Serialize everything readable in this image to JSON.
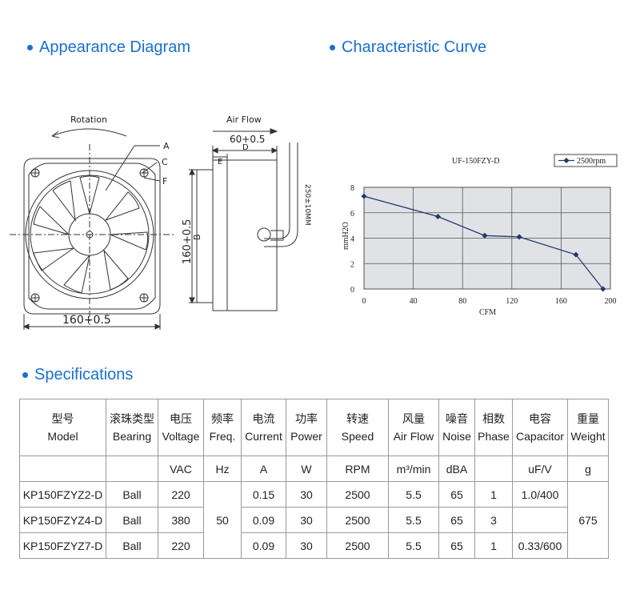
{
  "sections": {
    "appearance": "Appearance Diagram",
    "curve": "Characteristic Curve",
    "specs": "Specifications"
  },
  "diagram": {
    "rotation": "Rotation",
    "airflow": "Air Flow",
    "labels": {
      "a": "A",
      "c": "C",
      "f": "F",
      "b": "B",
      "d": "D",
      "e": "E"
    },
    "dim_width": "160+0.5",
    "dim_height": "160+0.5",
    "dim_depth": "60+0.5",
    "dim_lead": "250±10MM"
  },
  "chart_data": {
    "type": "line",
    "title": "UF-150FZY-D",
    "xlabel": "CFM",
    "ylabel": "mmH2O",
    "xlim": [
      0,
      200
    ],
    "ylim": [
      0,
      8
    ],
    "xticks": [
      "0",
      "40",
      "80",
      "120",
      "160",
      "200"
    ],
    "yticks": [
      "0",
      "2",
      "4",
      "6",
      "8"
    ],
    "grid": true,
    "legend": "top-right",
    "series": [
      {
        "name": "2500rpm",
        "x": [
          0,
          60,
          98,
          126,
          172,
          194
        ],
        "y": [
          7.3,
          5.7,
          4.2,
          4.1,
          2.7,
          0
        ]
      }
    ]
  },
  "table": {
    "headers": [
      {
        "cn": "型号",
        "en": "Model"
      },
      {
        "cn": "滚珠类型",
        "en": "Bearing"
      },
      {
        "cn": "电压",
        "en": "Voltage"
      },
      {
        "cn": "频率",
        "en": "Freq."
      },
      {
        "cn": "电流",
        "en": "Current"
      },
      {
        "cn": "功率",
        "en": "Power"
      },
      {
        "cn": "转速",
        "en": "Speed"
      },
      {
        "cn": "风量",
        "en": "Air Flow"
      },
      {
        "cn": "噪音",
        "en": "Noise"
      },
      {
        "cn": "相数",
        "en": "Phase"
      },
      {
        "cn": "电容",
        "en": "Capacitor"
      },
      {
        "cn": "重量",
        "en": "Weight"
      }
    ],
    "units": [
      "VAC",
      "Hz",
      "A",
      "W",
      "RPM",
      "m³/min",
      "dBA",
      "",
      "uF/V",
      "g"
    ],
    "rows": [
      {
        "model": "KP150FZYZ2-D",
        "bearing": "Ball",
        "voltage": "220",
        "current": "0.15",
        "power": "30",
        "speed": "2500",
        "airflow": "5.5",
        "noise": "65",
        "phase": "1",
        "capacitor": "1.0/400"
      },
      {
        "model": "KP150FZYZ4-D",
        "bearing": "Ball",
        "voltage": "380",
        "current": "0.09",
        "power": "30",
        "speed": "2500",
        "airflow": "5.5",
        "noise": "65",
        "phase": "3",
        "capacitor": ""
      },
      {
        "model": "KP150FZYZ7-D",
        "bearing": "Ball",
        "voltage": "220",
        "current": "0.09",
        "power": "30",
        "speed": "2500",
        "airflow": "5.5",
        "noise": "65",
        "phase": "1",
        "capacitor": "0.33/600"
      }
    ],
    "freq_merged": "50",
    "weight_merged": "675"
  }
}
